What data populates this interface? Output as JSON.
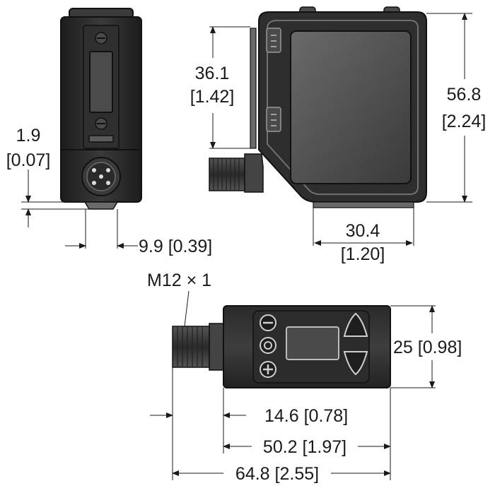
{
  "dimensions": {
    "front_offset": {
      "value": "1.9",
      "inch": "[0.07]"
    },
    "front_width": {
      "text": "9.9 [0.39]"
    },
    "side_height_upper": {
      "value": "36.1",
      "inch": "[1.42]"
    },
    "side_height_total": {
      "value": "56.8",
      "inch": "[2.24]"
    },
    "side_width": {
      "value": "30.4",
      "inch": "[1.20]"
    },
    "thread": {
      "text": "M12 × 1"
    },
    "top_height": {
      "text": "25 [0.98]"
    },
    "top_len_a": {
      "text": "14.6 [0.78]"
    },
    "top_len_b": {
      "text": "50.2 [1.97]"
    },
    "top_len_c": {
      "text": "64.8 [2.55]"
    }
  },
  "colors": {
    "body_dark": "#2a2a2a",
    "body_mid": "#3c3c3c",
    "body_light": "#5a5a5a",
    "highlight": "#8a8a8a",
    "line": "#1a1a1a"
  }
}
